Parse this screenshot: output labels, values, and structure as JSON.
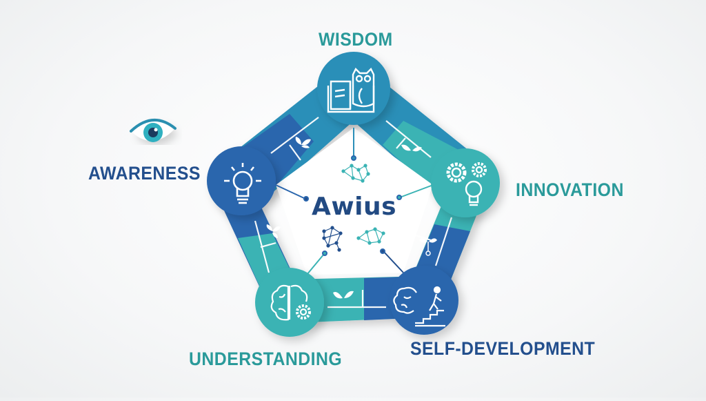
{
  "center": {
    "title": "Awius"
  },
  "nodes": [
    {
      "id": "wisdom",
      "label": "WISDOM",
      "icon": "book-owl-icon",
      "color": "#2b8fb8",
      "label_color": "#2a9a9a"
    },
    {
      "id": "awareness",
      "label": "AWARENESS",
      "icon": "lightbulb-icon",
      "color": "#2a66ad",
      "label_color": "#234f8d"
    },
    {
      "id": "innovation",
      "label": "INNOVATION",
      "icon": "gears-lightbulb-icon",
      "color": "#3ab3b4",
      "label_color": "#2a9a9a"
    },
    {
      "id": "understanding",
      "label": "UNDERSTANDING",
      "icon": "brain-gear-icon",
      "color": "#3ab3b4",
      "label_color": "#2a9a9a"
    },
    {
      "id": "self-development",
      "label": "SELF-DEVELOPMENT",
      "icon": "brain-stairs-icon",
      "color": "#2a66ad",
      "label_color": "#234f8d"
    }
  ],
  "decorations": {
    "eye_icon": "eye-icon",
    "connector_icon": "sprout-leaf-icon",
    "network_icon": "network-graph-icon"
  },
  "colors": {
    "navy": "#2a66ad",
    "blue": "#2b8fb8",
    "teal": "#3ab3b4",
    "text_navy": "#234f8d",
    "text_teal": "#2a9a9a"
  }
}
